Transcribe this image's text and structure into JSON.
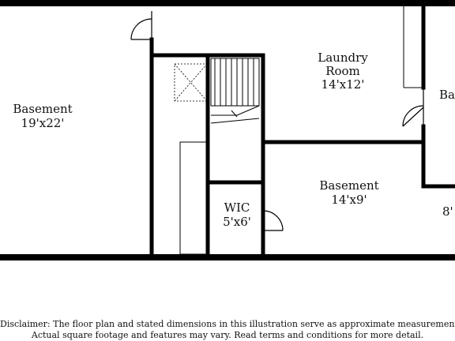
{
  "rooms": {
    "basement_large": {
      "name": "Basement",
      "size": "19'x22'"
    },
    "laundry": {
      "name_line1": "Laundry",
      "name_line2": "Room",
      "size": "14'x12'"
    },
    "basement_small": {
      "name": "Basement",
      "size": "14'x9'"
    },
    "wic": {
      "name": "WIC",
      "size": "5'x6'"
    },
    "partial_right_top": {
      "name": "Ba"
    },
    "partial_right_bottom": {
      "size": "8'"
    }
  },
  "disclaimer": {
    "line1": "Disclaimer: The floor plan and stated dimensions in this illustration serve as approximate measurements.",
    "line2": "Actual square footage and features may vary. Read terms and conditions for more detail."
  }
}
